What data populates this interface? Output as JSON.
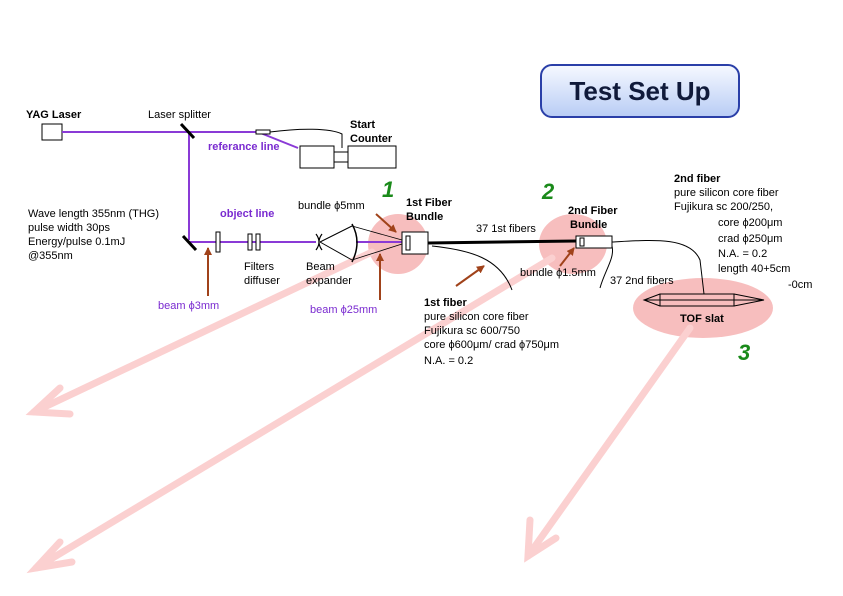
{
  "title": "Test Set Up",
  "colors": {
    "beam": "#8a3ad6",
    "highlight": "#f4a7a7",
    "arrow_brown": "#a0421a",
    "number_green": "#1a8a1a",
    "title_border": "#2a3fa8"
  },
  "labels": {
    "yag_laser": "YAG Laser",
    "laser_splitter": "Laser splitter",
    "start_counter_1": "Start",
    "start_counter_2": "Counter",
    "reference_line": "referance line",
    "object_line": "object line",
    "wave_1": "Wave length 355nm (THG)",
    "wave_2": "pulse width 30ps",
    "wave_3": "Energy/pulse 0.1mJ",
    "wave_4": "@355nm",
    "filters": "Filters",
    "diffuser": "diffuser",
    "beam_expander_1": "Beam",
    "beam_expander_2": "expander",
    "beam_3mm": "beam ϕ3mm",
    "beam_25mm": "beam ϕ25mm",
    "bundle_5mm": "bundle ϕ5mm",
    "fiber_bundle_1a": "1st Fiber",
    "fiber_bundle_1b": "Bundle",
    "fibers_37_1st": "37 1st  fibers",
    "fiber_bundle_2a": "2nd Fiber",
    "fiber_bundle_2b": "Bundle",
    "bundle_15mm": "bundle ϕ1.5mm",
    "fibers_37_2nd": "37 2nd  fibers",
    "tof_slat": "TOF slat"
  },
  "numbers": {
    "n1": "1",
    "n2": "2",
    "n3": "3"
  },
  "first_fiber": {
    "heading": "1st fiber",
    "line1": "pure silicon core fiber",
    "line2": "Fujikura  sc 600/750",
    "line3": "core ϕ600μm/ crad ϕ750μm",
    "line4": "N.A. = 0.2"
  },
  "second_fiber": {
    "heading": "2nd fiber",
    "line1": "pure silicon core fiber",
    "line2": "Fujikura  sc 200/250,",
    "line3": "core ϕ200μm",
    "line4": "crad ϕ250μm",
    "line5": "N.A. = 0.2",
    "line6": "length     40+5cm",
    "line7": "-0cm"
  }
}
